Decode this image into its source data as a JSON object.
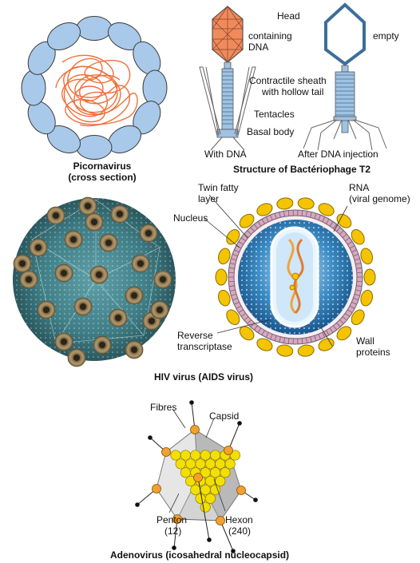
{
  "picornavirus": {
    "caption_line1": "Picornavirus",
    "caption_line2": "(cross section)"
  },
  "phage": {
    "label_head": "Head",
    "label_containing": "containing",
    "label_dna": "DNA",
    "label_empty": "empty",
    "label_sheath": "Contractile sheath",
    "label_hollow_tail": "with hollow tail",
    "label_tentacles": "Tentacles",
    "label_basal_body": "Basal body",
    "label_with_dna": "With DNA",
    "label_after_injection": "After DNA injection",
    "caption": "Structure of Bactériophage T2"
  },
  "hiv": {
    "label_twin_fatty_1": "Twin fatty",
    "label_twin_fatty_2": "layer",
    "label_nucleus": "Nucleus",
    "label_rna_1": "RNA",
    "label_rna_2": "(viral genome)",
    "label_reverse_1": "Reverse",
    "label_reverse_2": "transcriptase",
    "label_wall_1": "Wall",
    "label_wall_2": "proteins",
    "caption": "HIV virus (AIDS virus)"
  },
  "adenovirus": {
    "label_fibres": "Fibres",
    "label_capsid": "Capsid",
    "label_penton_1": "Penton",
    "label_penton_2": "(12)",
    "label_hexon_1": "Hexon",
    "label_hexon_2": "(240)",
    "caption": "Adenovirus (icosahedral nucleocapsid)"
  },
  "colors": {
    "capsomere_blue": "#a9c9ea",
    "dna_orange": "#f0703a",
    "spike_yellow": "#f5c400",
    "hiv_core_blue": "#1f6ca8",
    "phage_blue": "#9fc3e2",
    "adeno_yellow": "#f3e000",
    "penton_orange": "#f2a12e",
    "capsid_grey": "#c9c9c9"
  }
}
